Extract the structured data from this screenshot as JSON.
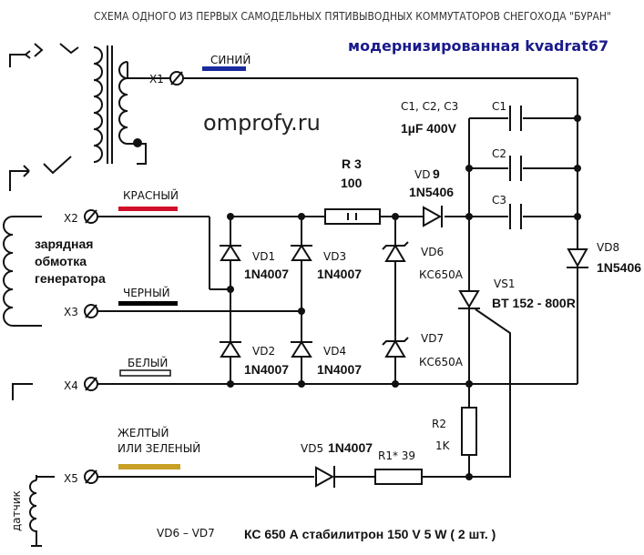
{
  "title": "СХЕМА ОДНОГО ИЗ ПЕРВЫХ САМОДЕЛЬНЫХ ПЯТИВЫВОДНЫХ КОММУТАТОРОВ СНЕГОХОДА \"БУРАН\"",
  "subtitle": "модернизированная   kvadrat67",
  "watermark": "omprofy.ru",
  "colors": {
    "blue": "#1a2a9c",
    "red": "#d0102a",
    "black": "#000000",
    "yellow": "#c8a024",
    "subtitle": "#1a1a8c"
  },
  "terminals": [
    "X1",
    "X2",
    "X3",
    "X4",
    "X5"
  ],
  "wires": {
    "x1": "СИНИЙ",
    "x2": "КРАСНЫЙ",
    "x3": "ЧЕРНЫЙ",
    "x4": "БЕЛЫЙ",
    "x5_line1": "ЖЕЛТЫЙ",
    "x5_line2": "ИЛИ ЗЕЛЕНЫЙ"
  },
  "winding": {
    "line1": "зарядная",
    "line2": "обмотка",
    "line3": "генератора"
  },
  "sensor": "датчик",
  "components": {
    "vd1": "VD1",
    "vd1_type": "1N4007",
    "vd2": "VD2",
    "vd2_type": "1N4007",
    "vd3": "VD3",
    "vd3_type": "1N4007",
    "vd4": "VD4",
    "vd4_type": "1N4007",
    "vd5": "VD5",
    "vd5_type": "1N4007",
    "vd6": "VD6",
    "vd6_type": "КС650А",
    "vd7": "VD7",
    "vd7_type": "КС650А",
    "vd8": "VD8",
    "vd8_type": "1N5406",
    "vd9_prefix": "VD",
    "vd9_num": "9",
    "vd9_type": "1N5406",
    "r3": "R 3",
    "r3_value": "100",
    "r2": "R2",
    "r2_value": "1K",
    "r1": "R1*  39",
    "vs1": "VS1",
    "vs1_type": "BT 152 - 800R",
    "c1": "C1",
    "c2": "C2",
    "c3": "C3",
    "caps": "C1, C2, C3",
    "caps_value": "1µF 400V"
  },
  "footer": {
    "vd": "VD6 – VD7",
    "note": "КС 650 А  стабилитрон  150 V    5  W   ( 2 шт. )"
  }
}
